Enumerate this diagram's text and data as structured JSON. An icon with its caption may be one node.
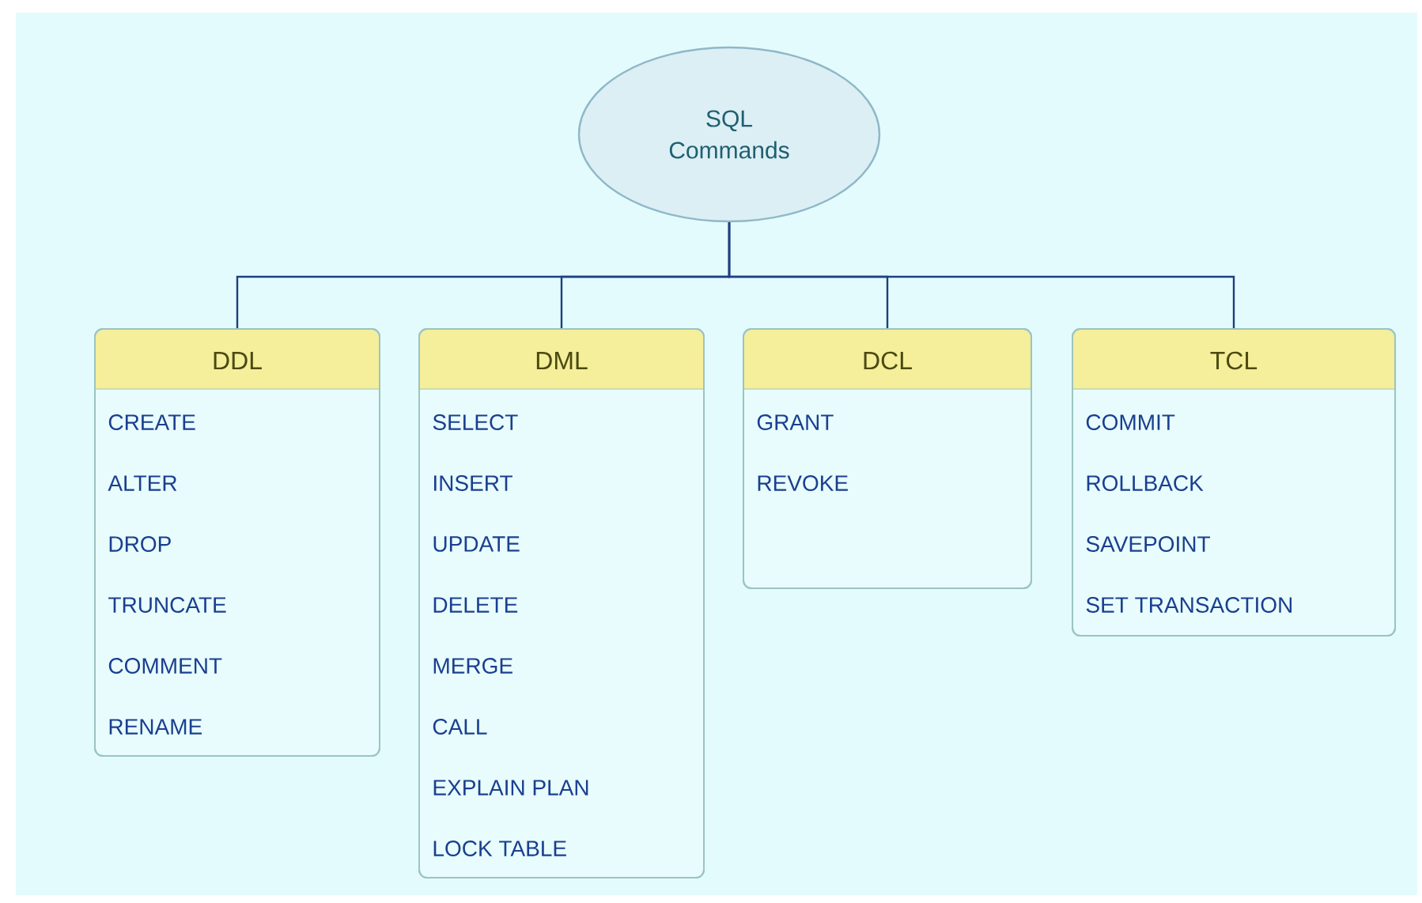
{
  "diagram": {
    "nodes": [
      {
        "text": [
          "SQL Commands"
        ]
      },
      {
        "text": [
          "DDL",
          "CREATE",
          "ALTER",
          "DROP",
          "TRUNCATE",
          "COMMENT",
          "RENAME"
        ]
      },
      {
        "text": [
          "DML",
          "SELECT",
          "INSERT",
          "UPDATE",
          "DELETE",
          "MERGE",
          "CALL",
          "EXPLAIN PLAN",
          "LOCK TABLE"
        ]
      },
      {
        "text": [
          "DCL",
          "GRANT",
          "REVOKE"
        ]
      },
      {
        "text": [
          "TCL",
          "COMMIT",
          "ROLLBACK",
          "SAVEPOINT",
          "SET TRANSACTION"
        ]
      }
    ],
    "edges": [
      {
        "from": 0,
        "to": 1,
        "arrow": "none"
      },
      {
        "from": 0,
        "to": 2,
        "arrow": "none"
      },
      {
        "from": 0,
        "to": 3,
        "arrow": "none"
      },
      {
        "from": 0,
        "to": 4,
        "arrow": "none"
      }
    ]
  }
}
